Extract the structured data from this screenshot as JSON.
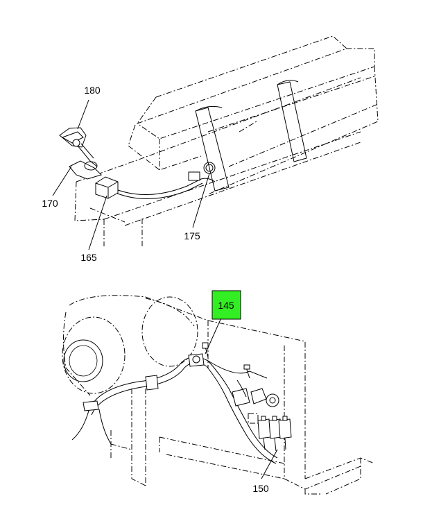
{
  "callouts": {
    "c180": "180",
    "c170": "170",
    "c165": "165",
    "c175": "175",
    "c145": "145",
    "c150": "150"
  },
  "colors": {
    "highlight": "#33ee22",
    "line": "#000000",
    "background": "#ffffff"
  }
}
